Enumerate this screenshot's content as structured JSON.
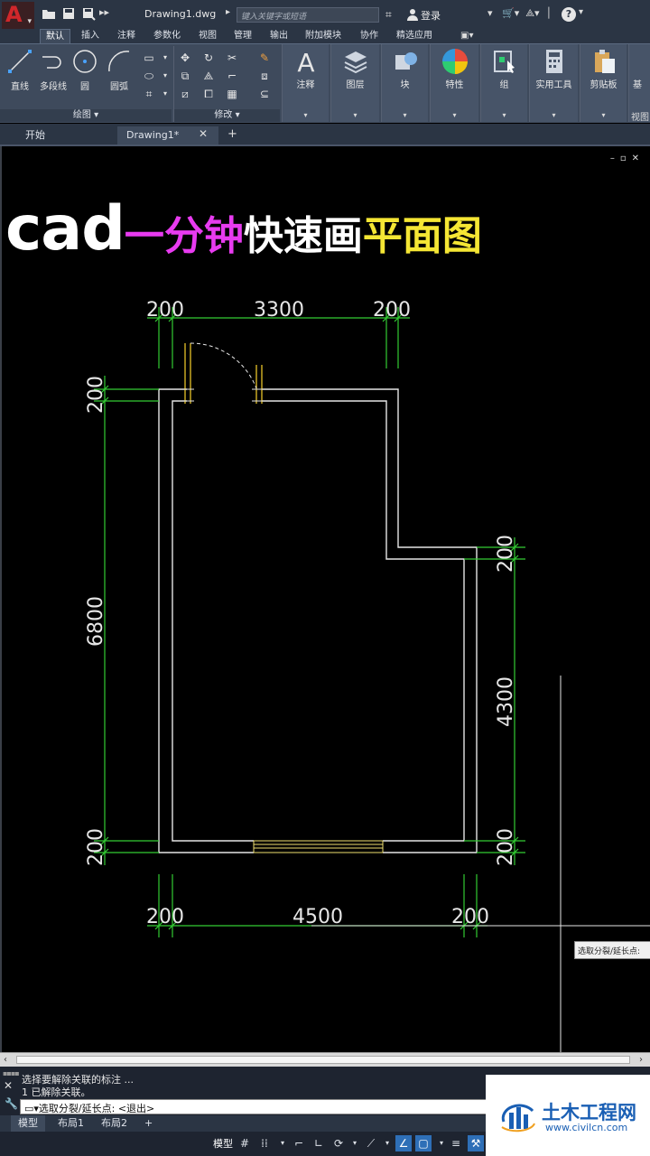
{
  "titlebar": {
    "logo_letter": "A",
    "doc_title": "Drawing1.dwg",
    "search_placeholder": "键入关键字或短语",
    "login_label": "登录"
  },
  "ribbon": {
    "tabs": [
      {
        "label": "默认",
        "active": true
      },
      {
        "label": "插入"
      },
      {
        "label": "注释"
      },
      {
        "label": "参数化"
      },
      {
        "label": "视图"
      },
      {
        "label": "管理"
      },
      {
        "label": "输出"
      },
      {
        "label": "附加模块"
      },
      {
        "label": "协作"
      },
      {
        "label": "精选应用"
      }
    ],
    "draw_tools": [
      "直线",
      "多段线",
      "圆",
      "圆弧"
    ],
    "panel_draw": "绘图",
    "panel_modify": "修改",
    "big_buttons": [
      "注释",
      "图层",
      "块",
      "特性",
      "组",
      "实用工具",
      "剪贴板"
    ],
    "cut_button_label": "基",
    "cut_panel_label": "视图"
  },
  "file_tabs": {
    "start": "开始",
    "drawing": "Drawing1*"
  },
  "headline": {
    "part1": "cad",
    "part2": "一分钟",
    "part3": "快速画",
    "part4": "平面图"
  },
  "drawing": {
    "dims_top": [
      "200",
      "3300",
      "200"
    ],
    "dims_bottom": [
      "200",
      "4500",
      "200"
    ],
    "dims_left": [
      "200",
      "6800",
      "200"
    ],
    "dims_right": [
      "200",
      "4300",
      "200"
    ],
    "colors": {
      "dimension": "#33cc33",
      "wall": "#e6e6e6",
      "door": "#e6c229",
      "window": "#f0e070"
    }
  },
  "tooltip": "选取分裂/延长点:",
  "command": {
    "line1": "选择要解除关联的标注 ...",
    "line2": "1 已解除关联。",
    "input": "▭▾选取分裂/延长点: <退出>"
  },
  "layout_tabs": [
    "模型",
    "布局1",
    "布局2"
  ],
  "status": {
    "model_label": "模型"
  },
  "watermark": {
    "name": "土木工程网",
    "url": "www.civilcn.com"
  }
}
